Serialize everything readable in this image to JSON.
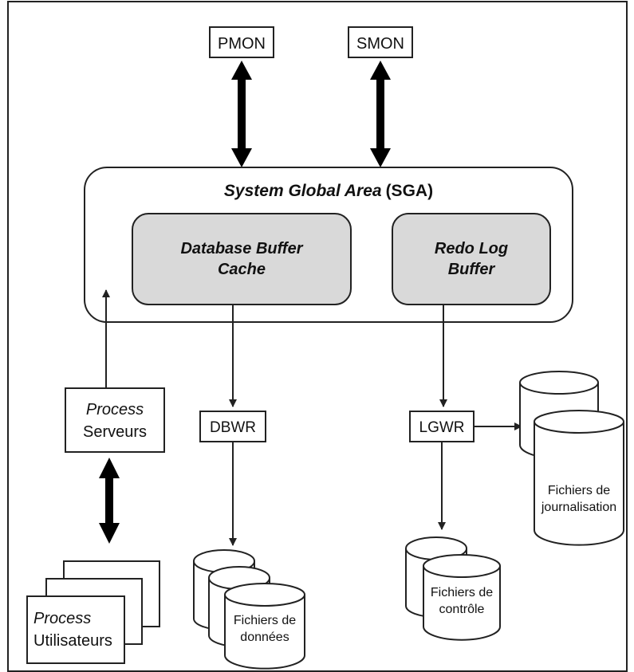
{
  "diagram": {
    "processes_top": {
      "pmon": "PMON",
      "smon": "SMON"
    },
    "sga": {
      "title_italic": "System Global Area",
      "title_abbr": "(SGA)",
      "buffer_cache": {
        "line1": "Database Buffer",
        "line2": "Cache"
      },
      "redo_log": {
        "line1": "Redo Log",
        "line2": "Buffer"
      }
    },
    "background_processes": {
      "dbwr": "DBWR",
      "lgwr": "LGWR"
    },
    "process_serveurs": {
      "line1": "Process",
      "line2": "Serveurs"
    },
    "process_utilisateurs": {
      "line1": "Process",
      "line2": "Utilisateurs"
    },
    "files": {
      "donnees": {
        "line1": "Fichiers de",
        "line2": "données"
      },
      "controle": {
        "line1": "Fichiers de",
        "line2": "contrôle"
      },
      "journalisation": {
        "line1": "Fichiers de",
        "line2": "journalisation"
      }
    },
    "colors": {
      "buffer_fill": "#d9d9d9",
      "stroke": "#222222"
    }
  }
}
